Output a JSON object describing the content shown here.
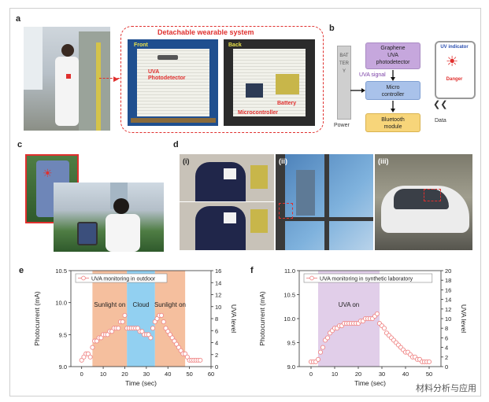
{
  "panel_labels": {
    "a": "a",
    "b": "b",
    "c": "c",
    "d": "d",
    "e": "e",
    "f": "f"
  },
  "panel_a": {
    "box_title": "Detachable wearable system",
    "front_label": "Front",
    "back_label": "Back",
    "uva_label": "UVA\nPhotodetector",
    "battery_label": "Battery",
    "micro_label": "Microcontroller"
  },
  "panel_b": {
    "battery": "BATTERY",
    "power": "Power",
    "detector": "Graphene\nUVA\nphotodetector",
    "signal": "UVA signal",
    "micro": "Micro\ncontroller",
    "bluetooth": "Bluetooth\nmodule",
    "data": "Data",
    "uv_indicator": "UV indicator",
    "danger": "Danger"
  },
  "panel_d": {
    "i": "(i)",
    "ii": "(ii)",
    "iii": "(iii)"
  },
  "watermark": "材料分析与应用",
  "colors": {
    "accent_red": "#e0302e",
    "purple_box": "#c6a7dd",
    "blue_box": "#a9c2ea",
    "yellow_box": "#f7d57a",
    "orange_band": "#f3b48d",
    "blue_band": "#7fc8ee",
    "lavender_band": "#dcc6e5"
  },
  "chart_data": [
    {
      "type": "scatter",
      "xlabel": "Time (sec)",
      "ylabel": "Photocurrent (mA)",
      "y2label": "UVA level",
      "xlim": [
        -5,
        60
      ],
      "ylim": [
        9.0,
        10.5
      ],
      "y2lim": [
        0,
        16
      ],
      "xticks": [
        0,
        10,
        20,
        30,
        40,
        50,
        60
      ],
      "yticks": [
        "9.0",
        "9.5",
        "10.0",
        "10.5"
      ],
      "y2ticks": [
        0,
        2,
        4,
        6,
        8,
        10,
        12,
        14,
        16
      ],
      "legend": "UVA monitoring in outdoor",
      "bands": [
        {
          "label": "Sunlight on",
          "from": 5,
          "to": 21,
          "color": "#f3b48d"
        },
        {
          "label": "Cloud",
          "from": 21,
          "to": 34,
          "color": "#7fc8ee"
        },
        {
          "label": "Sunlight on",
          "from": 34,
          "to": 48,
          "color": "#f3b48d"
        }
      ],
      "series": [
        {
          "x": [
            0,
            1,
            2,
            3,
            4,
            5,
            6,
            7,
            8,
            9,
            10,
            11,
            12,
            13,
            14,
            15,
            16,
            17,
            18,
            19,
            20,
            21,
            22,
            23,
            24,
            25,
            26,
            27,
            28,
            29,
            30,
            31,
            32,
            33,
            34,
            35,
            36,
            37,
            38,
            39,
            40,
            41,
            42,
            43,
            44,
            45,
            46,
            47,
            48,
            49,
            50,
            51,
            52,
            53,
            54,
            55
          ],
          "y": [
            9.1,
            9.15,
            9.2,
            9.2,
            9.15,
            9.3,
            9.4,
            9.4,
            9.45,
            9.45,
            9.5,
            9.5,
            9.5,
            9.55,
            9.55,
            9.6,
            9.6,
            9.6,
            9.7,
            9.7,
            9.8,
            9.6,
            9.6,
            9.6,
            9.6,
            9.6,
            9.6,
            9.55,
            9.55,
            9.5,
            9.5,
            9.5,
            9.45,
            9.6,
            9.7,
            9.75,
            9.8,
            9.8,
            9.7,
            9.6,
            9.55,
            9.5,
            9.45,
            9.4,
            9.35,
            9.3,
            9.25,
            9.2,
            9.2,
            9.15,
            9.1,
            9.1,
            9.1,
            9.1,
            9.1,
            9.1
          ]
        }
      ]
    },
    {
      "type": "scatter",
      "xlabel": "Time (sec)",
      "ylabel": "Photocurrent (mA)",
      "y2label": "UVA level",
      "xlim": [
        -5,
        55
      ],
      "ylim": [
        9.0,
        11.0
      ],
      "y2lim": [
        0,
        20
      ],
      "xticks": [
        0,
        10,
        20,
        30,
        40,
        50
      ],
      "yticks": [
        "9.0",
        "9.5",
        "10.0",
        "10.5",
        "11.0"
      ],
      "y2ticks": [
        0,
        2,
        4,
        6,
        8,
        10,
        12,
        14,
        16,
        18,
        20
      ],
      "legend": "UVA monitoring in synthetic laboratory",
      "bands": [
        {
          "label": "UVA on",
          "from": 3,
          "to": 29,
          "color": "#dcc6e5"
        }
      ],
      "series": [
        {
          "x": [
            0,
            1,
            2,
            3,
            4,
            5,
            6,
            7,
            8,
            9,
            10,
            11,
            12,
            13,
            14,
            15,
            16,
            17,
            18,
            19,
            20,
            21,
            22,
            23,
            24,
            25,
            26,
            27,
            28,
            29,
            30,
            31,
            32,
            33,
            34,
            35,
            36,
            37,
            38,
            39,
            40,
            41,
            42,
            43,
            44,
            45,
            46,
            47,
            48,
            49,
            50
          ],
          "y": [
            9.1,
            9.1,
            9.1,
            9.15,
            9.3,
            9.4,
            9.55,
            9.6,
            9.7,
            9.75,
            9.8,
            9.8,
            9.85,
            9.85,
            9.9,
            9.9,
            9.9,
            9.9,
            9.9,
            9.9,
            9.9,
            9.95,
            9.95,
            10.0,
            10.0,
            10.0,
            10.0,
            10.05,
            10.1,
            9.9,
            9.85,
            9.8,
            9.7,
            9.65,
            9.6,
            9.55,
            9.5,
            9.45,
            9.4,
            9.35,
            9.3,
            9.3,
            9.25,
            9.2,
            9.2,
            9.15,
            9.15,
            9.1,
            9.1,
            9.1,
            9.1
          ]
        }
      ]
    }
  ]
}
